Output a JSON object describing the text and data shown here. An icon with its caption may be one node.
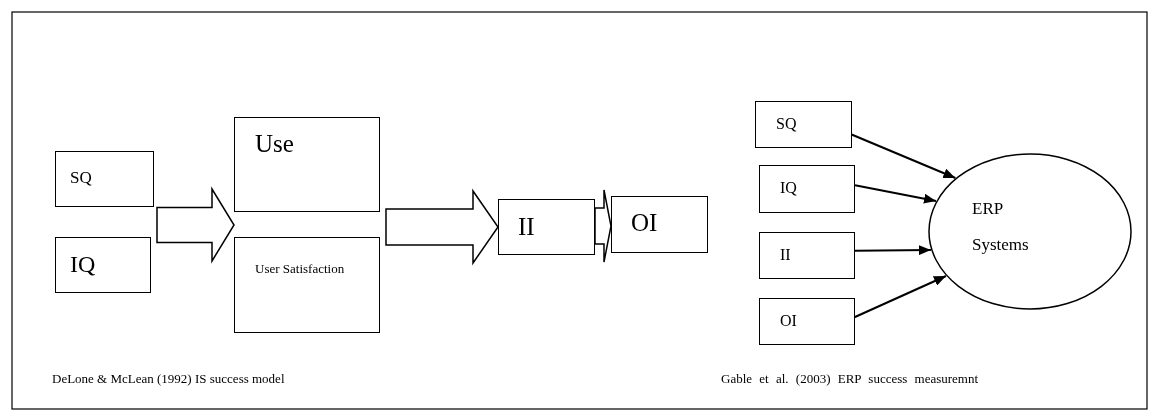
{
  "diagram": {
    "nodes": [
      {
        "text": [
          "SQ"
        ]
      },
      {
        "text": [
          "IQ"
        ]
      },
      {
        "text": [
          "Use"
        ]
      },
      {
        "text": [
          "User Satisfaction"
        ]
      },
      {
        "text": [
          "II"
        ]
      },
      {
        "text": [
          "OI"
        ]
      },
      {
        "text": [
          "SQ"
        ]
      },
      {
        "text": [
          "IQ"
        ]
      },
      {
        "text": [
          "II"
        ]
      },
      {
        "text": [
          "OI"
        ]
      },
      {
        "text": [
          "ERP Systems"
        ]
      }
    ],
    "edges": [
      {
        "from": 0,
        "to": 2,
        "arrow": "to",
        "style": "thick"
      },
      {
        "from": 0,
        "to": 3,
        "arrow": "to",
        "style": "thick"
      },
      {
        "from": 1,
        "to": 2,
        "arrow": "to",
        "style": "thick"
      },
      {
        "from": 1,
        "to": 3,
        "arrow": "to",
        "style": "thick"
      },
      {
        "from": 2,
        "to": 4,
        "arrow": "to",
        "style": "thick"
      },
      {
        "from": 3,
        "to": 4,
        "arrow": "to",
        "style": "thick"
      },
      {
        "from": 4,
        "to": 5,
        "arrow": "to",
        "style": "thick"
      },
      {
        "from": 6,
        "to": 10,
        "arrow": "to"
      },
      {
        "from": 7,
        "to": 10,
        "arrow": "to"
      },
      {
        "from": 8,
        "to": 10,
        "arrow": "to"
      },
      {
        "from": 9,
        "to": 10,
        "arrow": "to"
      }
    ],
    "labels": [
      "DeLone & McLean (1992) IS success model",
      "Gable et al. (2003) ERP success measuremnt"
    ]
  }
}
